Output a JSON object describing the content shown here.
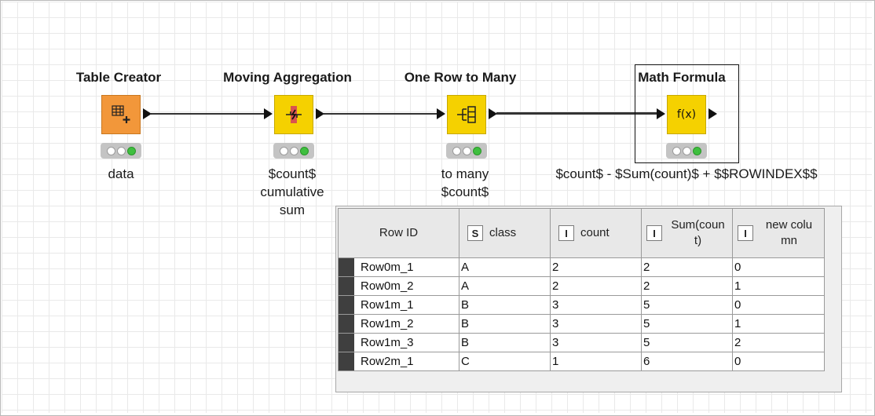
{
  "workflow": {
    "nodes": [
      {
        "title": "Table Creator",
        "annotation": [
          "data"
        ],
        "icon": "table-creator-icon"
      },
      {
        "title": "Moving Aggregation",
        "annotation": [
          "$count$",
          "cumulative",
          "sum"
        ],
        "icon": "moving-aggregation-icon"
      },
      {
        "title": "One Row to Many",
        "annotation": [
          "to many",
          "$count$"
        ],
        "icon": "one-row-to-many-icon"
      },
      {
        "title": "Math Formula",
        "annotation": [
          "$count$ - $Sum(count)$ + $$ROWINDEX$$"
        ],
        "icon": "math-formula-icon",
        "glyph": "f(x)"
      }
    ]
  },
  "table": {
    "headers": [
      {
        "label": "Row ID"
      },
      {
        "badge": "S",
        "label": "class"
      },
      {
        "badge": "I",
        "label": "count"
      },
      {
        "badge": "I",
        "label": "Sum(coun t)"
      },
      {
        "badge": "I",
        "label": "new colu mn"
      }
    ],
    "rows": [
      {
        "id": "Row0m_1",
        "class": "A",
        "count": "2",
        "sum": "2",
        "new": "0"
      },
      {
        "id": "Row0m_2",
        "class": "A",
        "count": "2",
        "sum": "2",
        "new": "1"
      },
      {
        "id": "Row1m_1",
        "class": "B",
        "count": "3",
        "sum": "5",
        "new": "0"
      },
      {
        "id": "Row1m_2",
        "class": "B",
        "count": "3",
        "sum": "5",
        "new": "1"
      },
      {
        "id": "Row1m_3",
        "class": "B",
        "count": "3",
        "sum": "5",
        "new": "2"
      },
      {
        "id": "Row2m_1",
        "class": "C",
        "count": "1",
        "sum": "6",
        "new": "0"
      }
    ]
  },
  "colors": {
    "orange_node": "#f2973a",
    "yellow_node": "#f5d100",
    "status_green": "#3fbf3f"
  }
}
